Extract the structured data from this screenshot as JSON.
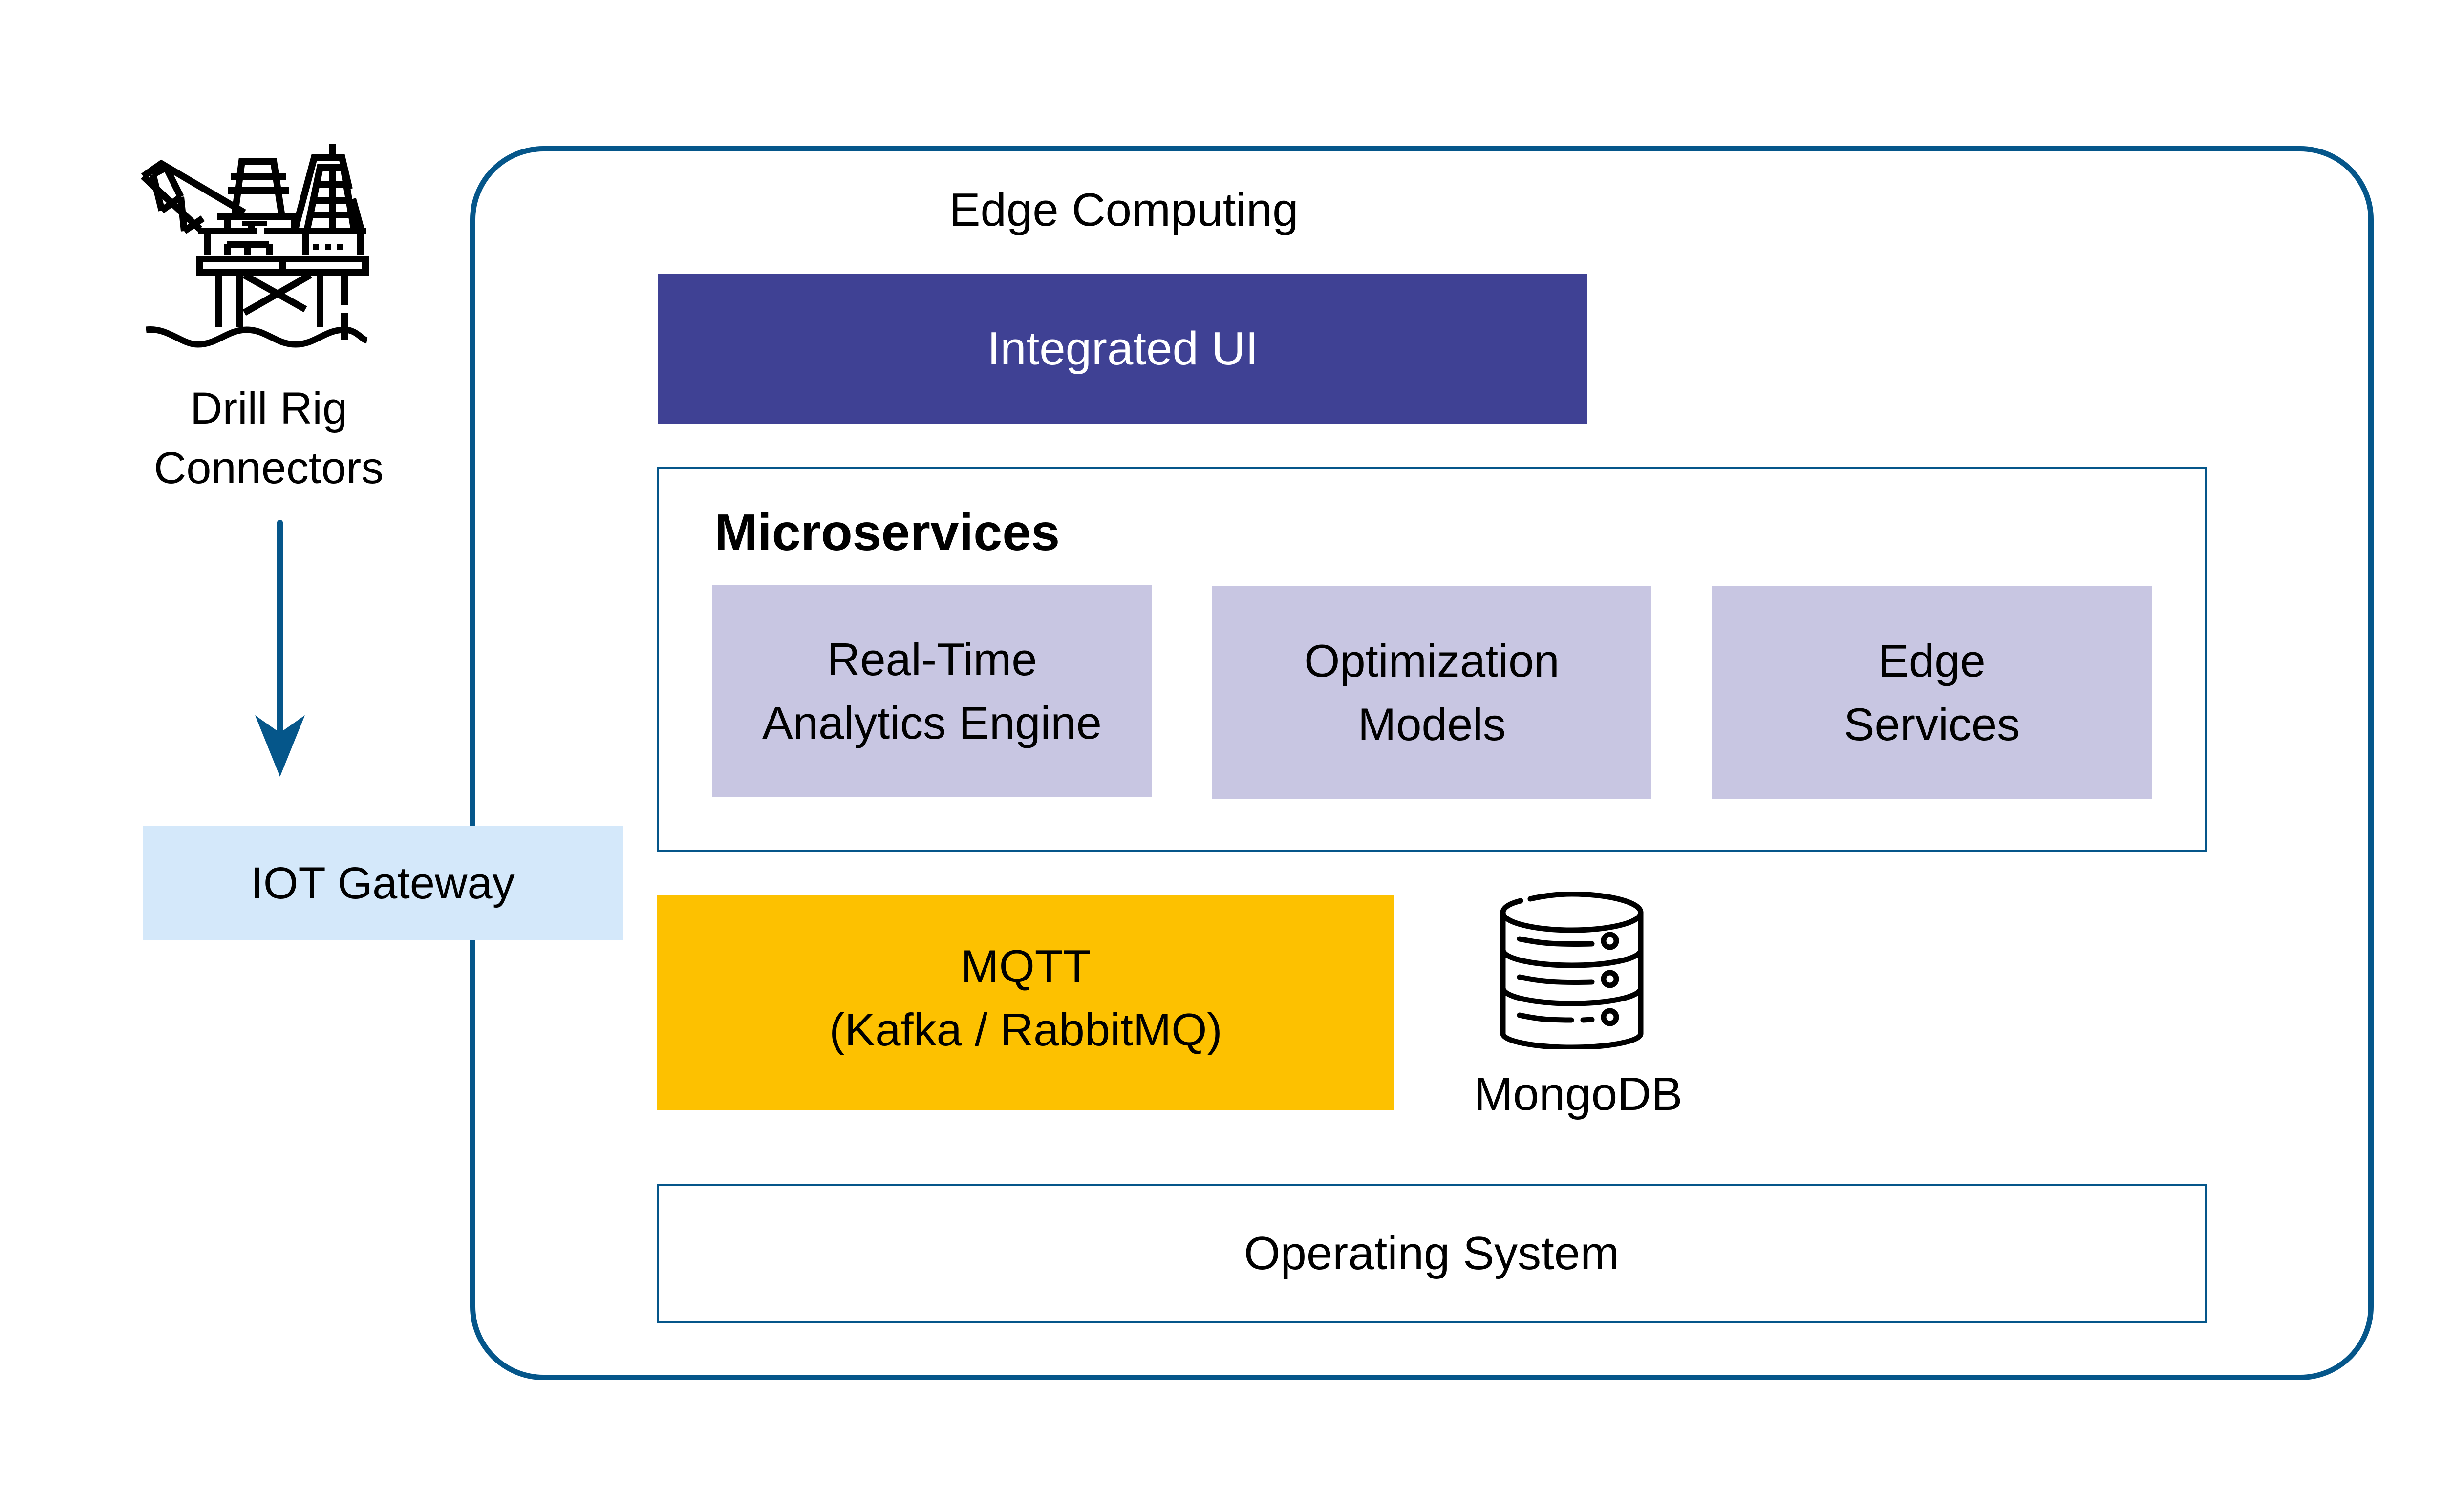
{
  "colors": {
    "container_border": "#05568A",
    "arrow": "#05568A",
    "integrated_ui_bg": "#3F4194",
    "integrated_ui_text": "#FFFFFF",
    "service_bg": "#C8C6E2",
    "mqtt_bg": "#FDC100",
    "iot_gateway_bg": "#D4E8FA",
    "text": "#000000",
    "background": "#FFFFFF"
  },
  "source": {
    "icon": "oil-rig-icon",
    "label_lines": [
      "Drill Rig",
      "Connectors"
    ]
  },
  "flow": {
    "arrow_icon": "arrow-down-icon",
    "direction": "down"
  },
  "gateway": {
    "label": "IOT Gateway"
  },
  "edge": {
    "title": "Edge Computing",
    "integrated_ui": "Integrated UI",
    "microservices": {
      "title": "Microservices",
      "services": [
        {
          "lines": [
            "Real-Time",
            "Analytics Engine"
          ]
        },
        {
          "lines": [
            "Optimization",
            "Models"
          ]
        },
        {
          "lines": [
            "Edge",
            "Services"
          ]
        }
      ]
    },
    "messaging": {
      "lines": [
        "MQTT",
        "(Kafka / RabbitMQ)"
      ]
    },
    "database": {
      "icon": "database-icon",
      "label": "MongoDB"
    },
    "os": {
      "label": "Operating System"
    }
  }
}
